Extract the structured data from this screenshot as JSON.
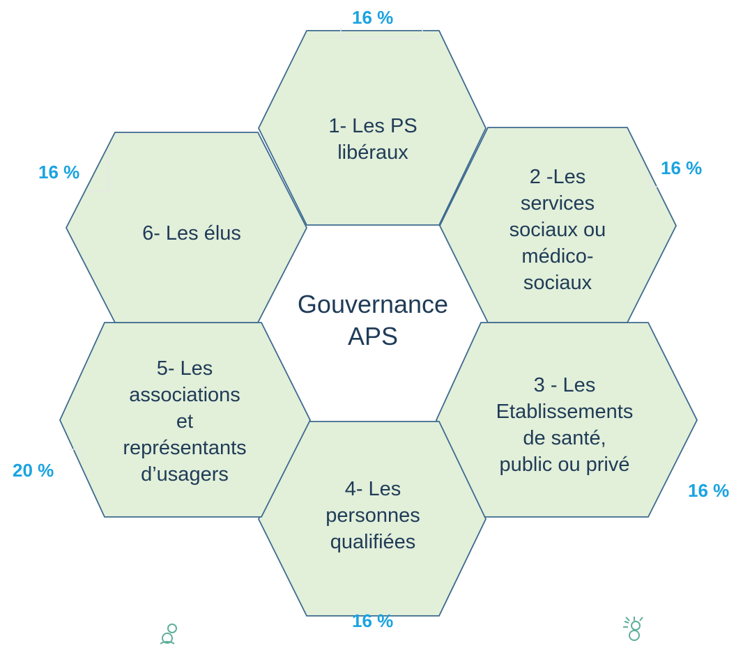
{
  "diagram": {
    "center_title": "Gouvernance\nAPS",
    "nodes": [
      {
        "id": "ps-liberaux",
        "label": "1- Les PS\nlibéraux",
        "percent": "16 %"
      },
      {
        "id": "services-sociaux",
        "label": "2 -Les\nservices\nsociaux ou\nmédico-\nsociaux",
        "percent": "16 %"
      },
      {
        "id": "etablissements",
        "label": "3 - Les\nEtablissements\nde santé,\npublic ou privé",
        "percent": "16 %"
      },
      {
        "id": "personnes-qualifiees",
        "label": "4- Les\npersonnes\nqualifiées",
        "percent": "16 %"
      },
      {
        "id": "associations",
        "label": "5- Les\nassociations\net\nreprésentants\nd’usagers",
        "percent": "20 %"
      },
      {
        "id": "elus",
        "label": "6- Les élus",
        "percent": "16 %"
      }
    ],
    "colors": {
      "hex_fill": "#e2efd9",
      "hex_stroke": "#3d6a8f",
      "text": "#1f3b57",
      "percent": "#1aa3e0",
      "logo": "#5fae9a"
    }
  }
}
